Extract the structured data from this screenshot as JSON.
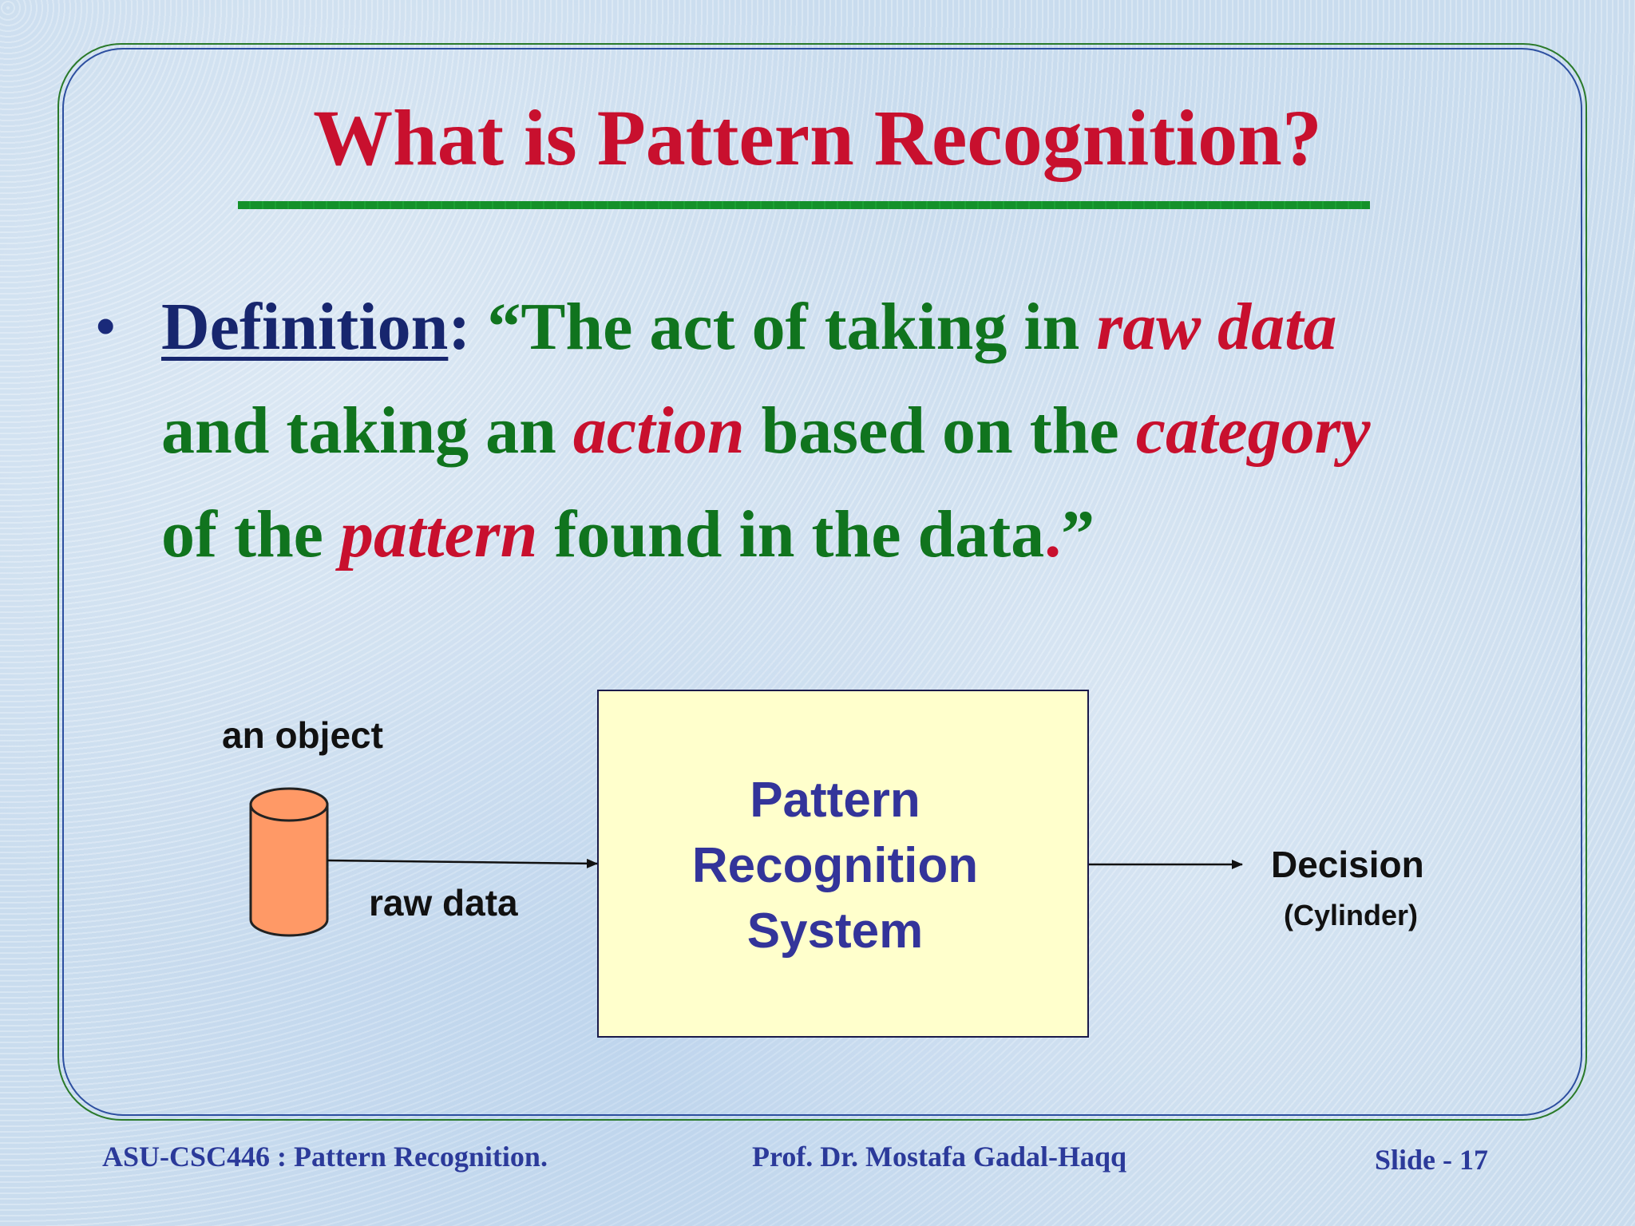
{
  "slide": {
    "title": "What is Pattern Recognition?",
    "bullet": "•",
    "definition": {
      "label": "Definition",
      "colon": ":",
      "quote_open": " “The act of taking in ",
      "raw_data": "raw data",
      "line2_a": "and taking an ",
      "action": "action",
      "line2_b": " based on the ",
      "category": "category",
      "line3_a": "of the ",
      "pattern": "pattern",
      "line3_b": " found in the data",
      "period": ".",
      "quote_close": "”"
    }
  },
  "diagram": {
    "object_label": "an object",
    "input_label": "raw data",
    "system_lines": [
      "Pattern",
      "Recognition",
      "System"
    ],
    "output_label": "Decision",
    "output_value": "(Cylinder)",
    "colors": {
      "cylinder": "#ff9966",
      "box_fill": "#ffffcc",
      "system_text": "#33349a"
    }
  },
  "footer": {
    "course": "ASU-CSC446 :  Pattern Recognition.",
    "author": "Prof. Dr. Mostafa Gadal-Haqq",
    "slide_number": "Slide - 17"
  },
  "colors": {
    "title": "#c8102e",
    "definition_text": "#10741e",
    "emphasis": "#c8102e",
    "label": "#17266e",
    "footer": "#2b3a9a"
  }
}
